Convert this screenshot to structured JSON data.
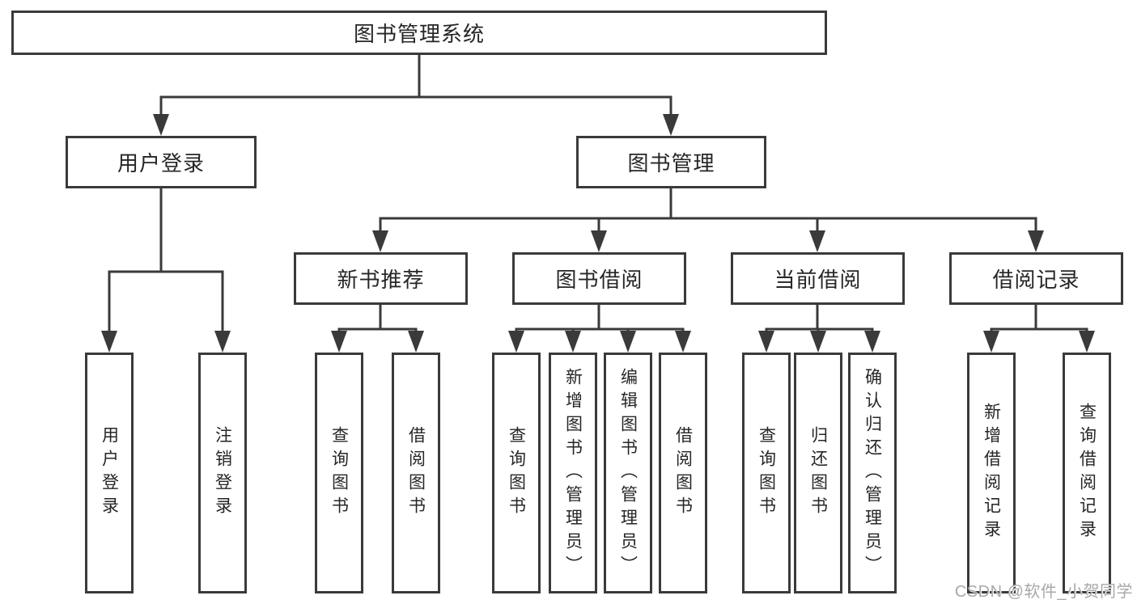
{
  "diagram": {
    "root": {
      "label": "图书管理系统"
    },
    "level2": [
      {
        "label": "用户登录"
      },
      {
        "label": "图书管理"
      }
    ],
    "level3": [
      {
        "label": "新书推荐"
      },
      {
        "label": "图书借阅"
      },
      {
        "label": "当前借阅"
      },
      {
        "label": "借阅记录"
      }
    ],
    "leaves": {
      "user_login": [
        "用户登录",
        "注销登录"
      ],
      "new_book_recommendation": [
        "查询图书",
        "借阅图书"
      ],
      "book_borrowing": [
        "查询图书",
        "新增图书（管理员）",
        "编辑图书（管理员）",
        "借阅图书"
      ],
      "current_borrowing": [
        "查询图书",
        "归还图书",
        "确认归还（管理员）"
      ],
      "borrowing_records": [
        "新增借阅记录",
        "查询借阅记录"
      ]
    },
    "watermark": "CSDN @软件_小贺同学",
    "colors": {
      "line": "#3a3a3a",
      "text": "#262626",
      "box_background": "#ffffff",
      "watermark": "#a8a8a8"
    }
  }
}
